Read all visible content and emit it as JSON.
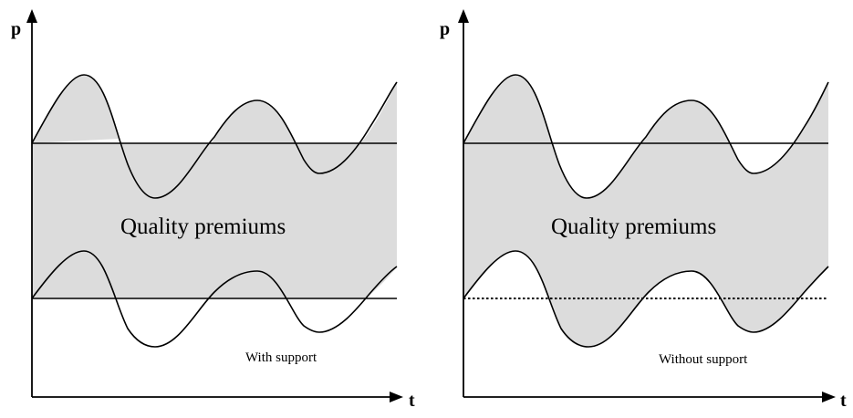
{
  "panels": [
    {
      "y_axis_label": "p",
      "x_axis_label": "t",
      "region_label": "Quality premiums",
      "caption": "With support",
      "lower_reference_line": "solid"
    },
    {
      "y_axis_label": "p",
      "x_axis_label": "t",
      "region_label": "Quality premiums",
      "caption": "Without support",
      "lower_reference_line": "dotted"
    }
  ],
  "colors": {
    "shade": "#dcdcdc",
    "ink": "#000000",
    "background": "#ffffff"
  }
}
